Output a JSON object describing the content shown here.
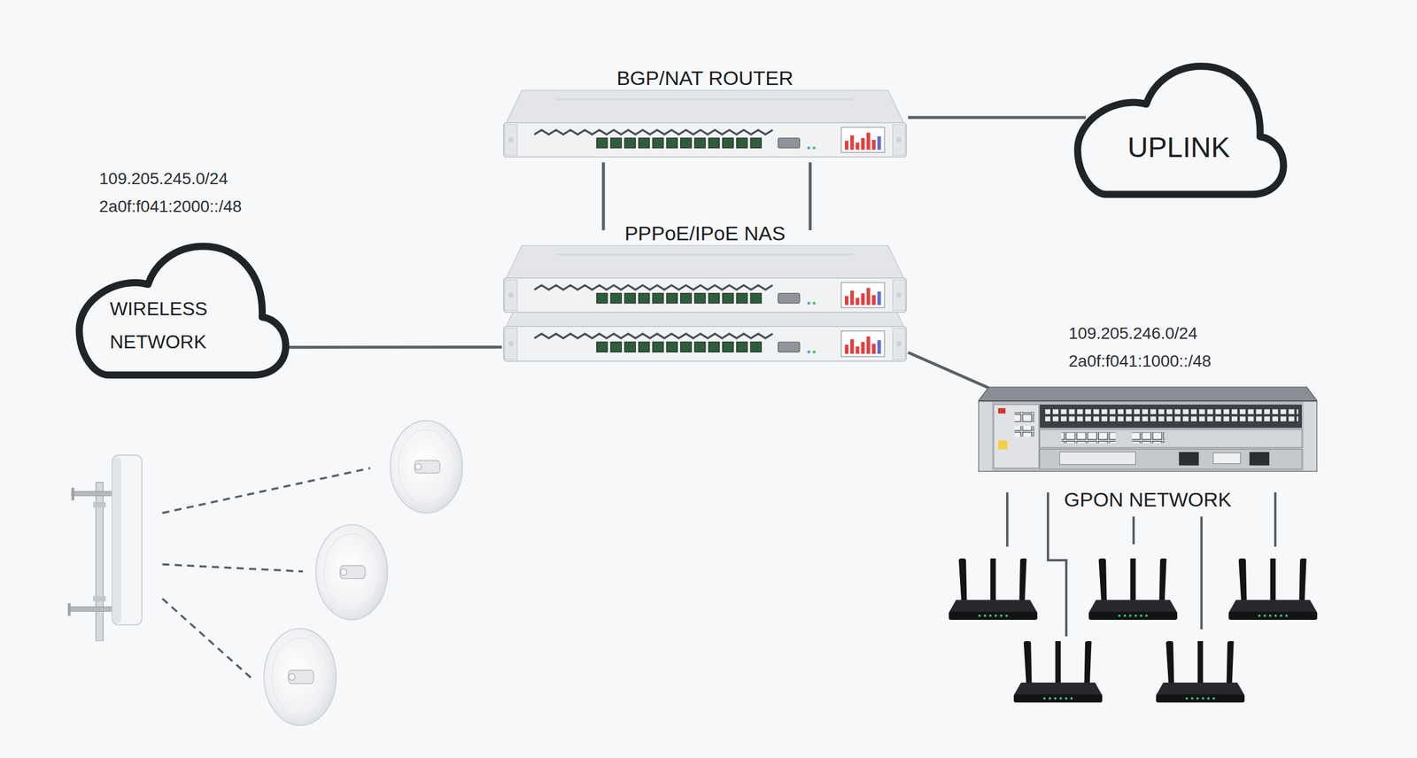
{
  "diagram": {
    "nodes": [
      {
        "text": [
          "BGP/NAT ROUTER"
        ]
      },
      {
        "text": [
          "UPLINK"
        ]
      },
      {
        "text": [
          "PPPoE/IPoE NAS"
        ]
      },
      {
        "text": [
          "WIRELESS NETWORK"
        ]
      },
      {
        "text": [
          "GPON NETWORK"
        ]
      }
    ],
    "edges": [
      {
        "from": 0,
        "to": 1,
        "arrow": "none"
      },
      {
        "from": 0,
        "to": 2,
        "arrow": "none"
      },
      {
        "from": 0,
        "to": 2,
        "arrow": "none"
      },
      {
        "from": 3,
        "to": 2,
        "arrow": "none"
      },
      {
        "from": 2,
        "to": 4,
        "arrow": "none"
      }
    ],
    "labels": [
      "109.205.245.0/24",
      "2a0f:f041:2000::/48",
      "109.205.246.0/24",
      "2a0f:f041:1000::/48"
    ]
  }
}
